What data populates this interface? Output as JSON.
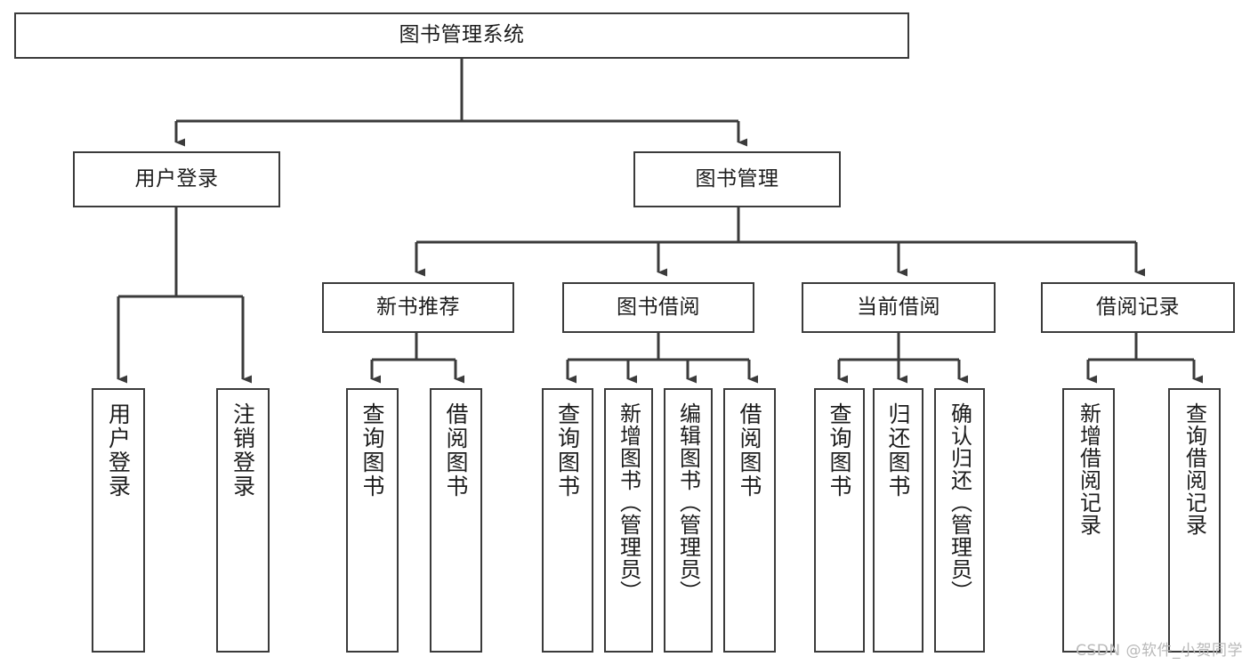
{
  "diagram": {
    "title": "图书管理系统",
    "type": "tree",
    "colors": {
      "box_border": "#3b3b3b",
      "box_fill": "#ffffff",
      "connector": "#3b3b3b",
      "text": "#1d1d1d",
      "watermark": "#b9b9b9",
      "background": "#ffffff"
    },
    "watermark": "CSDN @软件_小贺同学",
    "nodes": {
      "root": {
        "label": "图书管理系统"
      },
      "level1": [
        {
          "label": "用户登录"
        },
        {
          "label": "图书管理"
        }
      ],
      "level2": [
        {
          "label": "新书推荐"
        },
        {
          "label": "图书借阅"
        },
        {
          "label": "当前借阅"
        },
        {
          "label": "借阅记录"
        }
      ],
      "leaves": {
        "user_login": [
          {
            "label": "用户登录"
          },
          {
            "label": "注销登录"
          }
        ],
        "new_book_recommend": [
          {
            "label": "查询图书"
          },
          {
            "label": "借阅图书"
          }
        ],
        "book_borrow": [
          {
            "label": "查询图书"
          },
          {
            "label": "新增图书（管理员）"
          },
          {
            "label": "编辑图书（管理员）"
          },
          {
            "label": "借阅图书"
          }
        ],
        "current_borrow": [
          {
            "label": "查询图书"
          },
          {
            "label": "归还图书"
          },
          {
            "label": "确认归还（管理员）"
          }
        ],
        "borrow_record": [
          {
            "label": "新增借阅记录"
          },
          {
            "label": "查询借阅记录"
          }
        ]
      }
    }
  }
}
